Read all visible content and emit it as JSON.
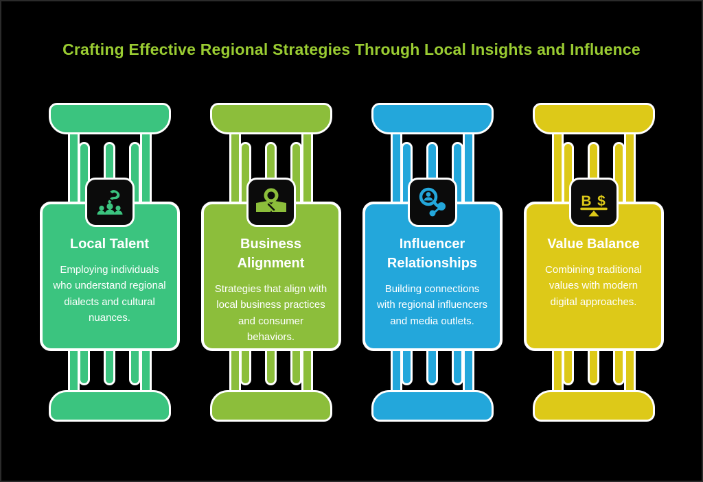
{
  "page": {
    "background": "#000000",
    "border_color": "#2b2b2b"
  },
  "title": {
    "text": "Crafting Effective Regional Strategies Through Local Insights and Influence",
    "color": "#9ACC32"
  },
  "pillars": [
    {
      "name": "local-talent",
      "color": "#3BC47F",
      "icon": "question-people-icon",
      "icon_glyph": "?",
      "title": "Local Talent",
      "description": "Employing individuals who understand regional dialects and cultural nuances."
    },
    {
      "name": "business-alignment",
      "color": "#8CBE3B",
      "icon": "handshake-globe-icon",
      "title": "Business Alignment",
      "description": "Strategies that align with local business practices and consumer behaviors."
    },
    {
      "name": "influencer-relationships",
      "color": "#23A7DB",
      "icon": "search-person-network-icon",
      "title": "Influencer Relationships",
      "description": "Building connections with regional influencers and media outlets."
    },
    {
      "name": "value-balance",
      "color": "#DDC918",
      "icon": "balance-scale-icon",
      "icon_glyphs": {
        "left": "B",
        "right": "$"
      },
      "title": "Value Balance",
      "description": "Combining traditional values with modern digital approaches."
    }
  ]
}
